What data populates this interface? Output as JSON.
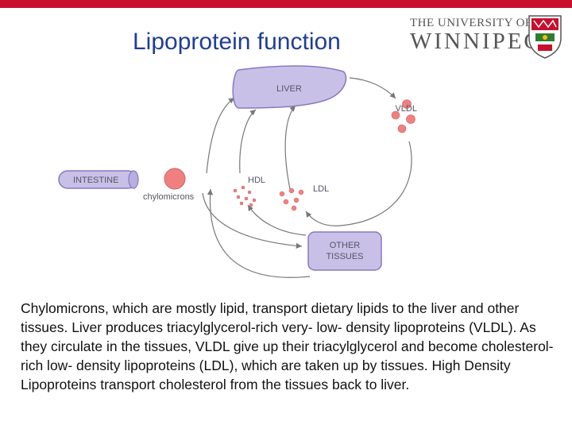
{
  "slide": {
    "title": "Lipoprotein function",
    "logo": {
      "line1": "THE UNIVERSITY OF",
      "line2": "WINNIPEG"
    },
    "diagram": {
      "liver_label": "LIVER",
      "vldl_label": "VLDL",
      "hdl_label": "HDL",
      "ldl_label": "LDL",
      "intestine_label": "INTESTINE",
      "chylomicrons_label": "chylomicrons",
      "tissues_label_line1": "OTHER",
      "tissues_label_line2": "TISSUES"
    },
    "body": "Chylomicrons, which are mostly lipid, transport dietary lipids to the liver and other tissues. Liver produces triacylglycerol-rich very- low- density lipoproteins (VLDL). As they circulate in the tissues, VLDL give up their triacylglycerol and become cholesterol-rich low- density lipoproteins (LDL), which are taken up by tissues. High Density Lipoproteins transport cholesterol from the tissues back to liver."
  },
  "colors": {
    "title": "#1f3d99",
    "organ_fill": "#c9c0e8",
    "particle_fill": "#f08080",
    "accent_bar": "#c8102e"
  }
}
